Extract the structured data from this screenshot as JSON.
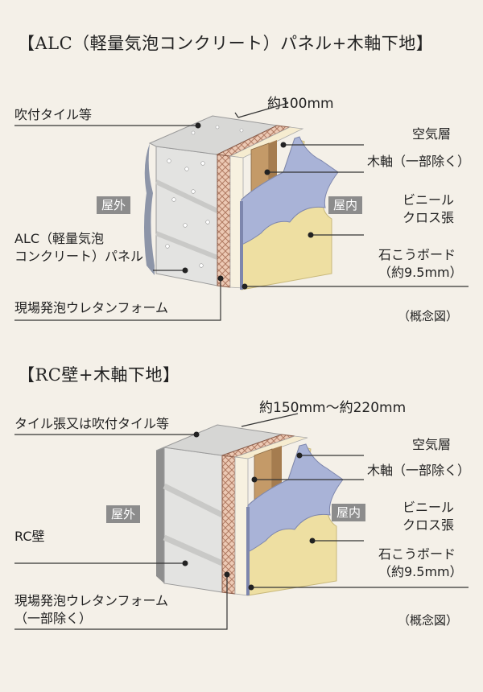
{
  "alc": {
    "title": "【ALC（軽量気泡コンクリート）パネル+木軸下地】",
    "dimension": "約100mm",
    "outside": "屋外",
    "inside": "屋内",
    "concept": "（概念図）",
    "left_labels": {
      "spray_tile": "吹付タイル等",
      "alc_panel": "ALC（軽量気泡\nコンクリート）パネル",
      "urethane": "現場発泡ウレタンフォーム"
    },
    "right_labels": {
      "air_layer": "空気層",
      "wood_frame": "木軸（一部除く）",
      "vinyl_cloth": "ビニール\nクロス張",
      "gypsum": "石こうボード\n（約9.5mm）"
    }
  },
  "rc": {
    "title": "【RC壁+木軸下地】",
    "dimension": "約150mm～約220mm",
    "outside": "屋外",
    "inside": "屋内",
    "concept": "（概念図）",
    "left_labels": {
      "tile": "タイル張又は吹付タイル等",
      "rc_wall": "RC壁",
      "urethane": "現場発泡ウレタンフォーム\n（一部除く）"
    },
    "right_labels": {
      "air_layer": "空気層",
      "wood_frame": "木軸（一部除く）",
      "vinyl_cloth": "ビニール\nクロス張",
      "gypsum": "石こうボード\n（約9.5mm）"
    }
  },
  "colors": {
    "background": "#f4f0e8",
    "concrete": "#e4e4e4",
    "urethane": "#e8c8b4",
    "wood": "#c9a170",
    "gypsum": "#efe2a6",
    "cloth": "#aab4d8"
  }
}
